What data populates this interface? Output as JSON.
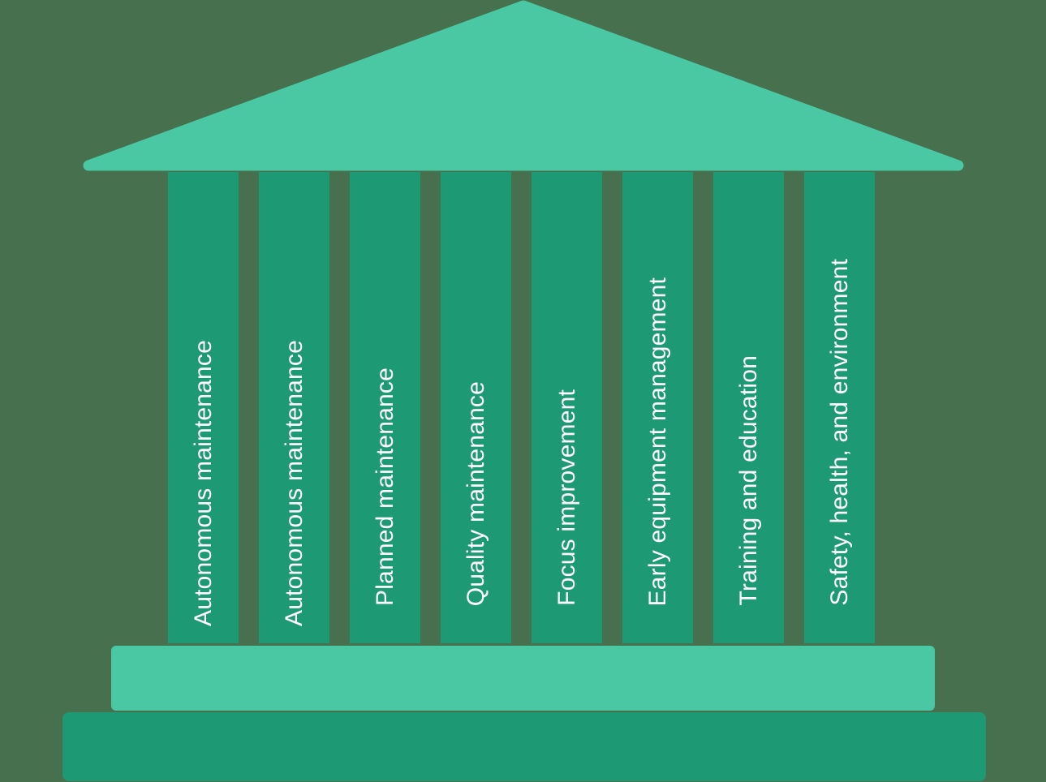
{
  "diagram": {
    "type": "tpm-house",
    "pillars": [
      {
        "label": "Autonomous maintenance"
      },
      {
        "label": "Autonomous maintenance"
      },
      {
        "label": "Planned maintenance"
      },
      {
        "label": "Quality maintenance"
      },
      {
        "label": "Focus improvement"
      },
      {
        "label": "Early equipment management"
      },
      {
        "label": "Training and education"
      },
      {
        "label": "Safety, health, and environment"
      }
    ],
    "colors": {
      "background": "#47714E",
      "roof": "#4AC8A4",
      "pillar": "#1D9973",
      "upper_base": "#4AC8A4",
      "lower_base": "#1D9973",
      "label_text": "#FFFFFF"
    }
  }
}
